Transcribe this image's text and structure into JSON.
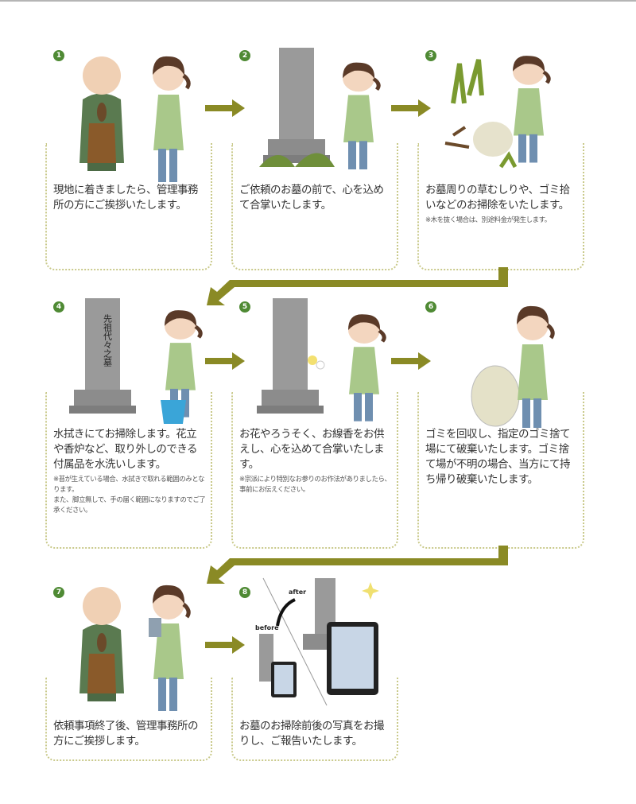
{
  "colors": {
    "arrow": "#8a8a25",
    "step_badge": "#4f8a34",
    "border": "#c9c98a"
  },
  "steps": [
    {
      "number": "1",
      "text": "現地に着きましたら、管理事務所の方にご挨拶いたします。",
      "note": ""
    },
    {
      "number": "2",
      "text": "ご依頼のお墓の前で、心を込めて合掌いたします。",
      "note": ""
    },
    {
      "number": "3",
      "text": "お墓周りの草むしりや、ゴミ拾いなどのお掃除をいたします。",
      "note": "※木を抜く場合は、別途料金が発生します。"
    },
    {
      "number": "4",
      "text": "水拭きにてお掃除します。花立や香炉など、取り外しのできる付属品を水洗いします。",
      "note": "※苔が生えている場合、水拭きで取れる範囲のみとなります。",
      "note2": "また、脚立無しで、手の届く範囲になりますのでご了承ください。"
    },
    {
      "number": "5",
      "text": "お花やろうそく、お線香をお供えし、心を込めて合掌いたします。",
      "note": "※宗派により特別なお参りのお作法がありましたら、事前にお伝えください。"
    },
    {
      "number": "6",
      "text": "ゴミを回収し、指定のゴミ捨て場にて破棄いたします。ゴミ捨て場が不明の場合、当方にて持ち帰り破棄いたします。",
      "note": ""
    },
    {
      "number": "7",
      "text": "依頼事項終了後、管理事務所の方にご挨拶します。",
      "note": ""
    },
    {
      "number": "8",
      "text": "お墓のお掃除前後の写真をお撮りし、ご報告いたします。",
      "note": ""
    }
  ],
  "photo_labels": {
    "before": "before",
    "after": "after"
  },
  "gravestone_text": "先祖代々之墓"
}
